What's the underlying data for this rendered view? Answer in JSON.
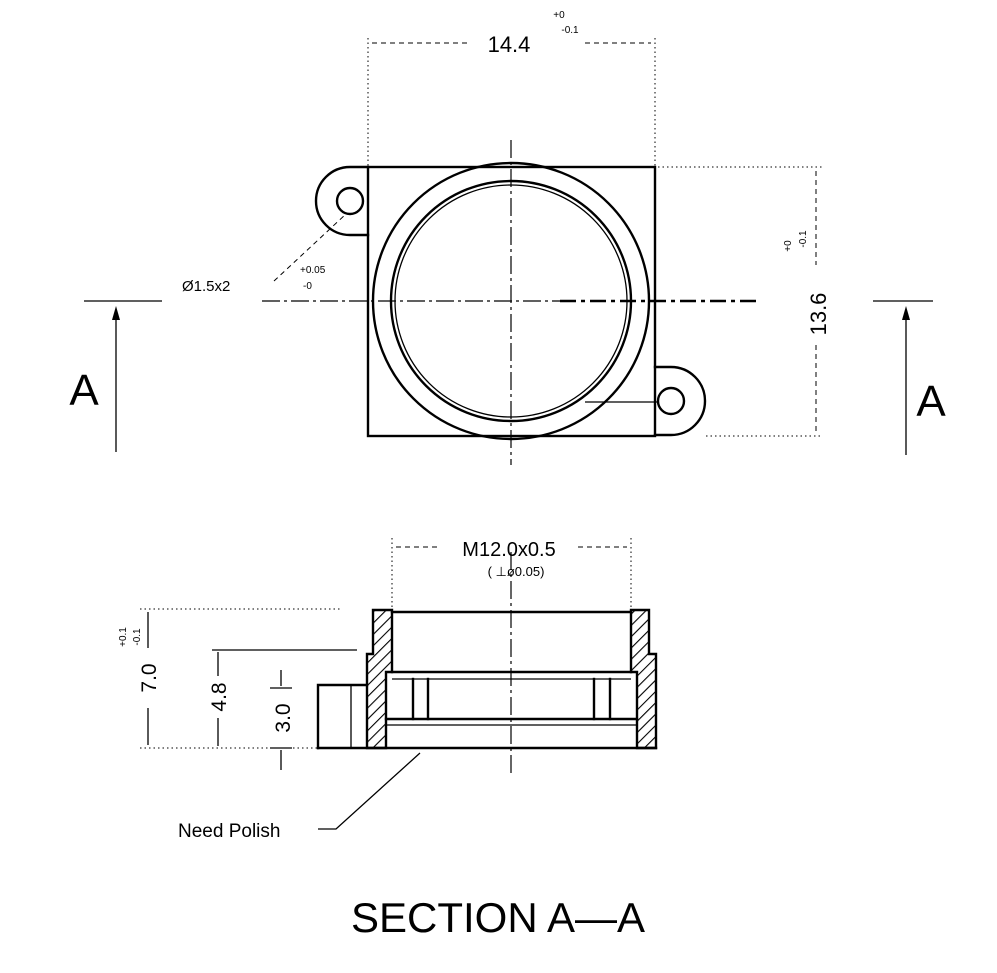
{
  "top_view": {
    "width_value": "14.4",
    "width_tol_upper": "+0",
    "width_tol_lower": "-0.1",
    "height_value": "13.6",
    "height_tol_upper": "+0",
    "height_tol_lower": "-0.1",
    "hole_note": "Ø1.5x2",
    "hole_tol_upper": "+0.05",
    "hole_tol_lower": "-0",
    "section_letter_left": "A",
    "section_letter_right": "A"
  },
  "section_view": {
    "thread_callout": "M12.0x0.5",
    "perp_callout": "( ⊥ø0.05)",
    "dim_total_height": "7.0",
    "dim_total_tol_upper": "+0.1",
    "dim_total_tol_lower": "-0.1",
    "dim_middle_height": "4.8",
    "dim_small_height": "3.0",
    "polish_note": "Need Polish",
    "section_title": "SECTION A—A"
  }
}
